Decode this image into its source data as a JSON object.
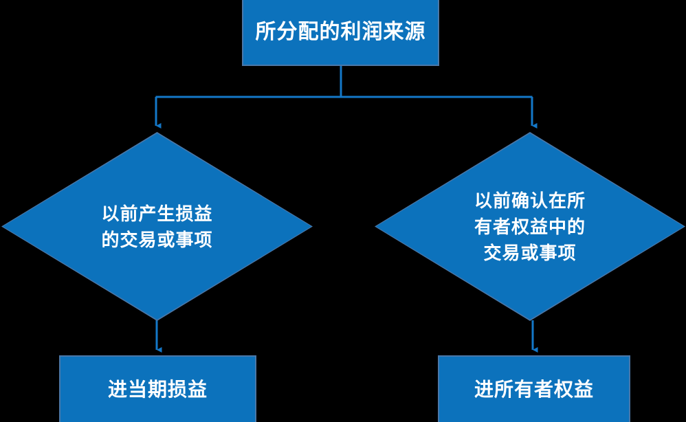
{
  "diagram": {
    "type": "flowchart",
    "title_node": "所分配的利润来源",
    "background_color": "#000000",
    "node_fill_color": "#0C72BC",
    "node_border_color": "#4A77A8",
    "connector_color": "#1478C8",
    "text_color": "#FFFFFF",
    "nodes": {
      "top": {
        "shape": "rectangle",
        "label": "所分配的利润来源"
      },
      "diamond_left": {
        "shape": "diamond",
        "label": "以前产生损益\n的交易或事项"
      },
      "diamond_right": {
        "shape": "diamond",
        "label": "以前确认在所\n有者权益中的\n交易或事项"
      },
      "bottom_left": {
        "shape": "rectangle",
        "label": "进当期损益"
      },
      "bottom_right": {
        "shape": "rectangle",
        "label": "进所有者权益"
      }
    },
    "edges": [
      {
        "from": "top",
        "to": "diamond_left",
        "style": "elbow-arrow"
      },
      {
        "from": "top",
        "to": "diamond_right",
        "style": "elbow-arrow"
      },
      {
        "from": "diamond_left",
        "to": "bottom_left",
        "style": "straight-arrow"
      },
      {
        "from": "diamond_right",
        "to": "bottom_right",
        "style": "straight-arrow"
      }
    ]
  }
}
